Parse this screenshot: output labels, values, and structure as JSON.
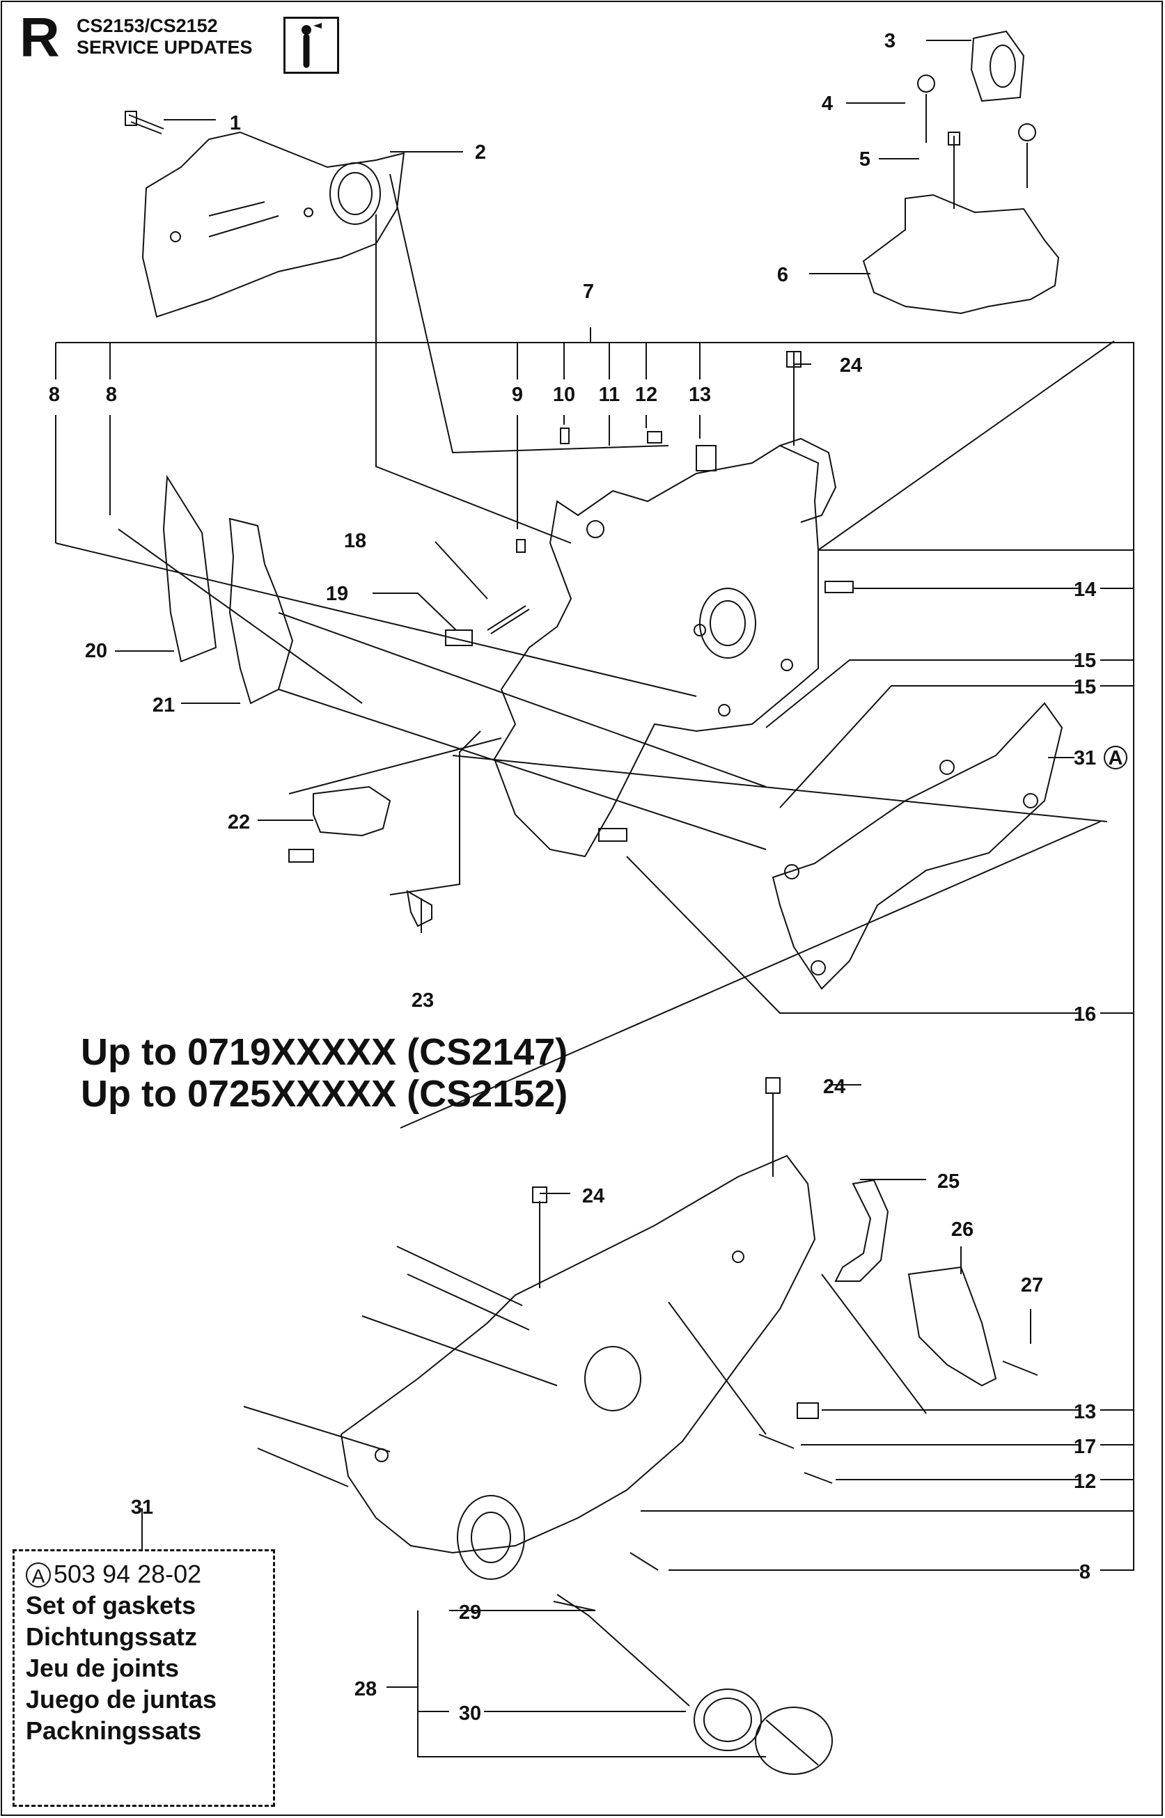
{
  "header": {
    "page_letter": "R",
    "models": "CS2153/CS2152",
    "title": "SERVICE UPDATES",
    "info_icon": "wrench-info-icon"
  },
  "headline": {
    "line1": "Up to 0719XXXXX (CS2147)",
    "line2": "Up to 0725XXXXX (CS2152)"
  },
  "gasket_set": {
    "ref_number": "31",
    "marker": "A",
    "part_number": "503 94 28-02",
    "names": [
      "Set of gaskets",
      "Dichtungssatz",
      "Jeu de joints",
      "Juego de juntas",
      "Packningssats"
    ]
  },
  "callouts": [
    "1",
    "2",
    "3",
    "4",
    "5",
    "6",
    "7",
    "8",
    "8",
    "9",
    "10",
    "11",
    "12",
    "13",
    "24",
    "14",
    "18",
    "19",
    "15",
    "15",
    "20",
    "21",
    "31",
    "A",
    "22",
    "23",
    "16",
    "24",
    "24",
    "25",
    "26",
    "27",
    "13",
    "17",
    "12",
    "8",
    "29",
    "28",
    "30"
  ]
}
